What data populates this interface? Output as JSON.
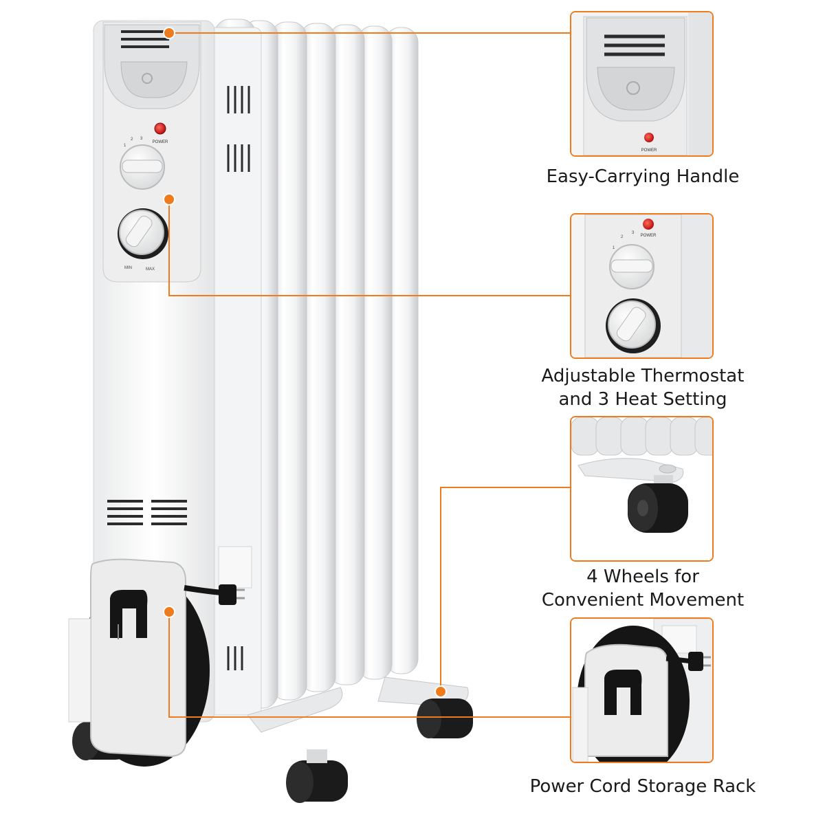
{
  "accent_color": "#f07b1c",
  "heater": {
    "control_labels": {
      "power": "POWER",
      "dial_1": "1",
      "dial_2": "2",
      "dial_3": "3",
      "min": "MIN",
      "max": "MAX"
    }
  },
  "features": [
    {
      "caption_lines": [
        "Easy-Carrying Handle"
      ],
      "icon": "handle-closeup"
    },
    {
      "caption_lines": [
        "Adjustable Thermostat",
        "and 3 Heat Setting"
      ],
      "icon": "control-knobs-closeup"
    },
    {
      "caption_lines": [
        "4 Wheels for",
        "Convenient Movement"
      ],
      "icon": "caster-wheel-closeup"
    },
    {
      "caption_lines": [
        "Power Cord Storage Rack"
      ],
      "icon": "cord-rack-closeup"
    }
  ]
}
